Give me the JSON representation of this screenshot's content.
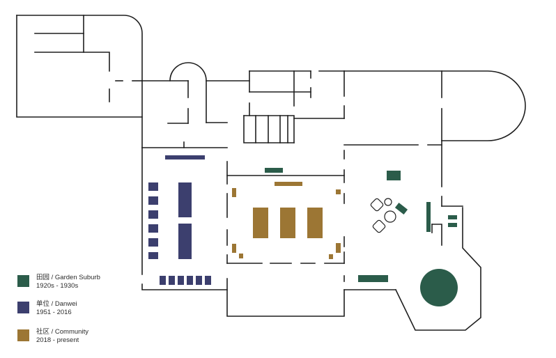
{
  "legend": {
    "garden": {
      "name": "田园 / Garden Suburb",
      "period": "1920s - 1930s",
      "color": "#2b5c4a"
    },
    "danwei": {
      "name": "单位 / Danwei",
      "period": "1951 - 2016",
      "color": "#3c3f6e"
    },
    "community": {
      "name": "社区 / Community",
      "period": "2018 - present",
      "color": "#9c7634"
    }
  },
  "colors": {
    "wall": "#1e1e1e",
    "background": "#ffffff"
  }
}
